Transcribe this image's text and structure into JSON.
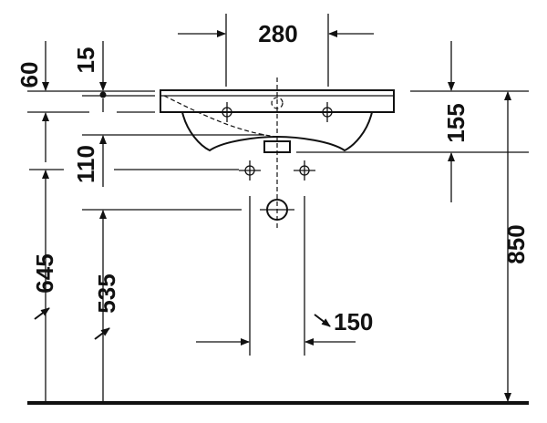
{
  "dimensions": {
    "width_holes": "280",
    "rim_height": "60",
    "overflow_offset": "15",
    "mount_to_drain": "155",
    "tap_to_waste": "110",
    "underside_height": "645",
    "waste_height": "535",
    "top_height": "850",
    "waste_spacing": "150"
  },
  "colors": {
    "line": "#111111",
    "background": "#ffffff"
  }
}
